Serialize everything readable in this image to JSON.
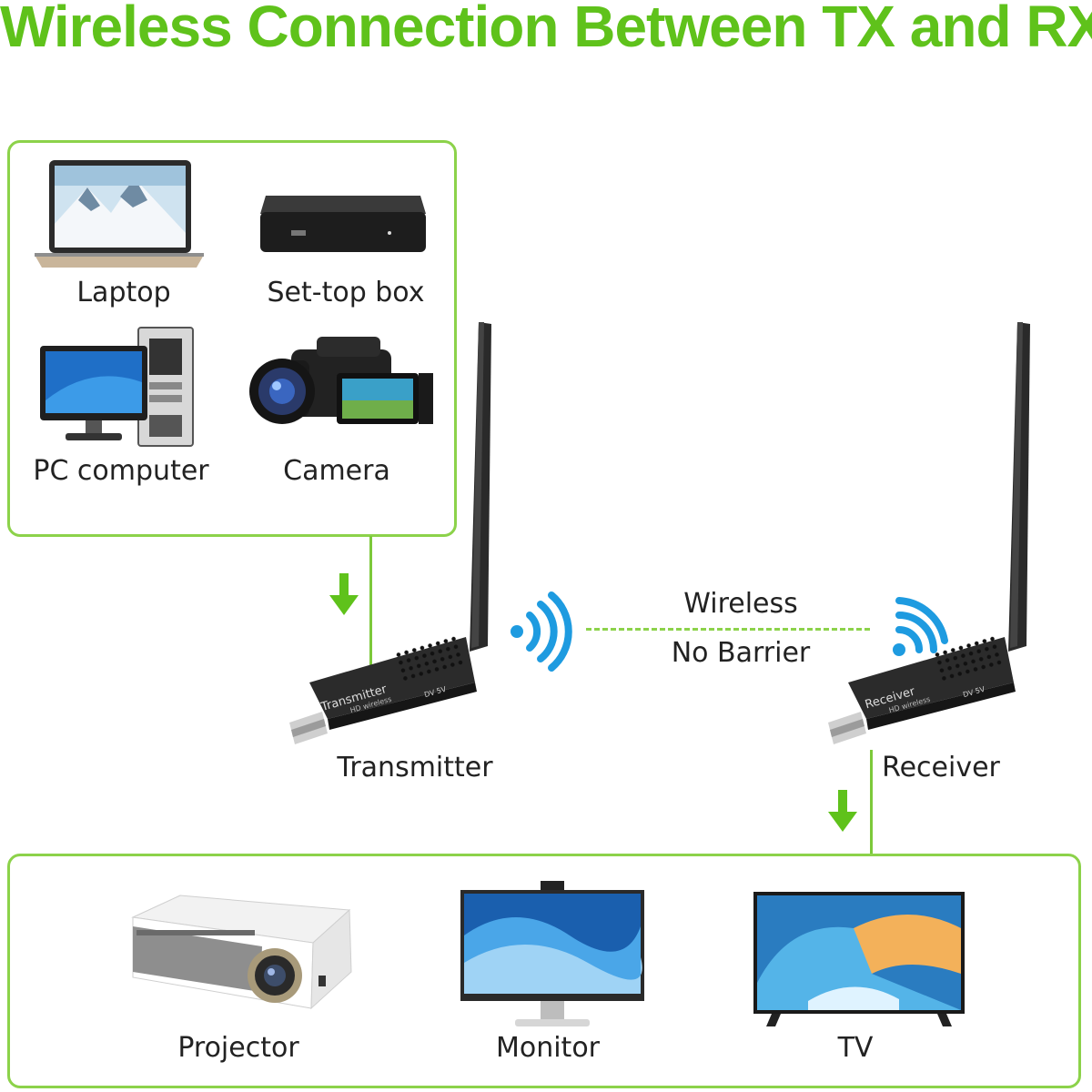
{
  "title": "Wireless Connection Between TX and RX",
  "sources": {
    "laptop": "Laptop",
    "settop": "Set-top box",
    "pc": "PC computer",
    "camera": "Camera"
  },
  "link": {
    "line1": "Wireless",
    "line2": "No Barrier"
  },
  "devices": {
    "transmitter": "Transmitter",
    "receiver": "Receiver",
    "tx_stamp": "Transmitter",
    "tx_sub": "HD wireless",
    "rx_stamp": "Receiver",
    "rx_sub": "HD wireless",
    "port": "DV 5V"
  },
  "outputs": {
    "projector": "Projector",
    "monitor": "Monitor",
    "tv": "TV"
  },
  "colors": {
    "accent_green": "#5fc21b",
    "wave_blue": "#1e9be0"
  }
}
